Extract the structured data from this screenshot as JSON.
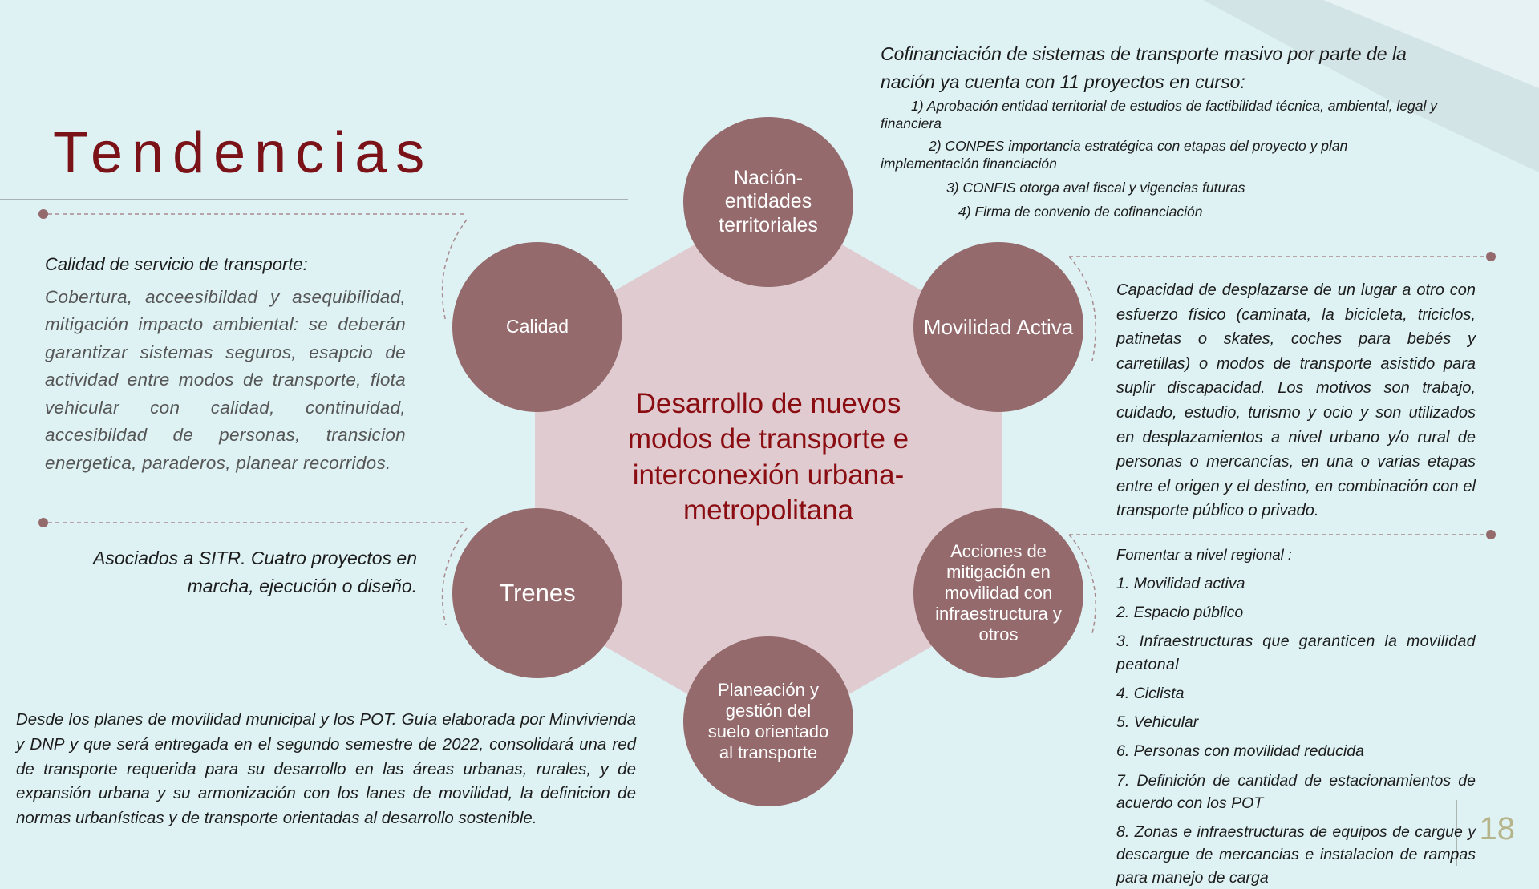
{
  "title": "Tendencias",
  "hub": {
    "text": "Desarrollo de nuevos modos de transporte e interconexión urbana-metropolitana"
  },
  "nodes": {
    "nacion": "Nación-entidades territoriales",
    "calidad": "Calidad",
    "movilidad": "Movilidad Activa",
    "trenes": "Trenes",
    "acciones": "Acciones de mitigación en movilidad con infraestructura y otros",
    "planeacion": "Planeación y gestión del suelo orientado al transporte"
  },
  "cofinanciacion": {
    "heading": "Cofinanciación de sistemas de transporte masivo por parte de la nación ya cuenta con 11 proyectos en curso:",
    "items": [
      "1) Aprobación entidad territorial de  estudios de factibilidad técnica, ambiental, legal y financiera",
      "2) CONPES importancia estratégica con etapas del proyecto y plan implementación financiación",
      "3) CONFIS otorga aval fiscal y vigencias futuras",
      "4) Firma de convenio de cofinanciación"
    ]
  },
  "calidad_text": {
    "heading": "Calidad de servicio de transporte:",
    "body": "Cobertura, acceesibildad y asequibilidad, mitigación impacto ambiental: se deberán garantizar sistemas seguros, esapcio de actividad entre modos de transporte, flota vehicular con calidad, continuidad, accesibildad de personas, transicion energetica, paraderos, planear recorridos."
  },
  "trenes_text": "Asociados a SITR. Cuatro proyectos en marcha,  ejecución o diseño.",
  "movilidad_text": "Capacidad de desplazarse de un lugar a otro con esfuerzo físico (caminata, la bicicleta, triciclos, patinetas o skates, coches para bebés y carretillas)  o modos de transporte  asistido para suplir discapacidad. Los motivos son trabajo, cuidado, estudio, turismo y ocio y son utilizados en desplazamientos a nivel urbano y/o rural de personas o mercancías, en una o  varias etapas entre el origen y el destino, en combinación con el transporte público o privado.",
  "fomentar": {
    "heading": "Fomentar a nivel regional :",
    "items": [
      "1. Movilidad activa",
      "2. Espacio público",
      "3. Infraestructuras que garanticen la movilidad peatonal",
      "4. Ciclista",
      "5. Vehicular",
      "6. Personas con movilidad reducida",
      "7. Definición de cantidad de estacionamientos de acuerdo con los POT",
      "8. Zonas e infraestructuras de equipos de cargue y descargue de mercancias e instalacion de rampas para manejo de carga"
    ]
  },
  "planes_text": "Desde los planes de movilidad  municipal y los POT.  Guía elaborada por Minvivienda y DNP y que será entregada en el segundo semestre de 2022, consolidará una red de transporte  requerida para su desarrollo en las áreas urbanas, rurales, y de expansión urbana y su armonización con los lanes de movilidad, la definicion de normas urbanísticas y de transporte orientadas al desarrollo sostenible.",
  "page_number": "18",
  "colors": {
    "background": "#def2f4",
    "circle": "#946a6c",
    "hexagon": "#dfcbd0",
    "title": "#7a1218",
    "hub_text": "#8a0d12",
    "connector": "#a88a8e"
  }
}
